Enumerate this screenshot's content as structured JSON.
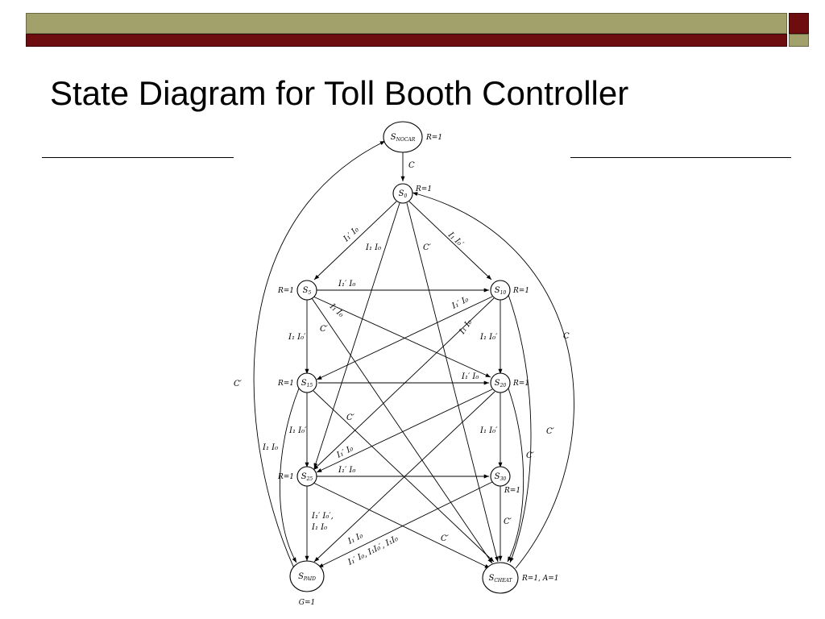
{
  "title": "State Diagram for Toll Booth Controller",
  "colors": {
    "olive": "#a3a16b",
    "maroon": "#6d0d10",
    "ink": "#000000"
  },
  "diagram": {
    "states": [
      {
        "id": "nocar",
        "label": "S",
        "sub": "NOCAR",
        "output": "R=1"
      },
      {
        "id": "s0",
        "label": "S",
        "sub": "0",
        "output": "R=1"
      },
      {
        "id": "s5",
        "label": "S",
        "sub": "5",
        "output": "R=1"
      },
      {
        "id": "s10",
        "label": "S",
        "sub": "10",
        "output": "R=1"
      },
      {
        "id": "s15",
        "label": "S",
        "sub": "15",
        "output": "R=1"
      },
      {
        "id": "s20",
        "label": "S",
        "sub": "20",
        "output": "R=1"
      },
      {
        "id": "s25",
        "label": "S",
        "sub": "25",
        "output": "R=1"
      },
      {
        "id": "s30",
        "label": "S",
        "sub": "30",
        "output": "R=1"
      },
      {
        "id": "paid",
        "label": "S",
        "sub": "PAID",
        "output": "G=1"
      },
      {
        "id": "cheat",
        "label": "S",
        "sub": "CHEAT",
        "output": "R=1, A=1"
      }
    ],
    "edge_labels": {
      "nocar_s0": "C",
      "s0_s5": "I₁′ I₀",
      "s0_s10": "I₁ I₀′",
      "s0_s25": "I₁ I₀",
      "s0_cheat": "C′",
      "s5_s10": "I₁′ I₀",
      "s5_s15": "I₁ I₀′",
      "s5_s20": "I₁ I₀",
      "s5_cheat": "C′",
      "s10_s15": "I₁′ I₀",
      "s10_s20": "I₁ I₀′",
      "s10_s25": "I₁ I₀",
      "s10_cheat": "C′",
      "s15_s20": "I₁′ I₀",
      "s15_s25": "I₁ I₀′",
      "s15_paid": "I₁ I₀",
      "s15_cheat": "C′",
      "s20_s25": "I₁′ I₀",
      "s20_s30": "I₁ I₀′",
      "s20_cheat": "C′",
      "s25_s30": "I₁′ I₀",
      "s25_paid_1": "I₁′ I₀′,",
      "s25_paid_2": "I₁ I₀",
      "s25_cheat": "C′",
      "s30_paid_a": "I₁ I₀",
      "s30_paid_b": "I₁′ I₀, I₁I₀′, I₁I₀",
      "s30_cheat": "C′",
      "paid_nocar": "C′",
      "cheat_s0": "C"
    }
  }
}
